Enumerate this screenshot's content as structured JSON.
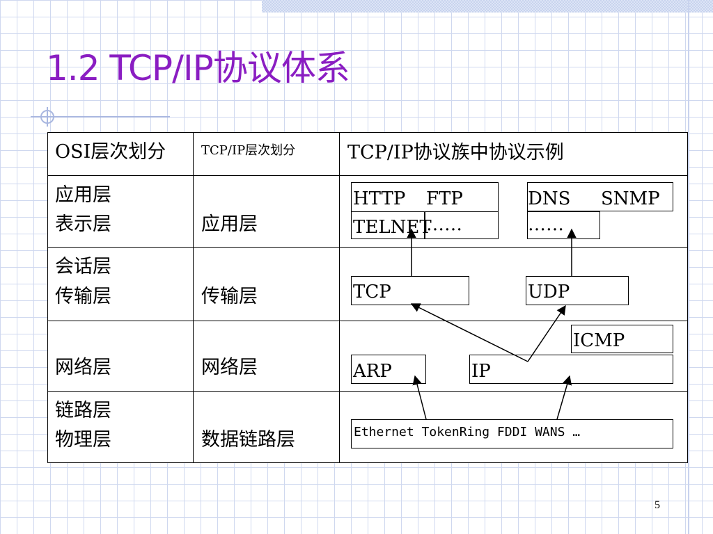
{
  "title": "1.2 TCP/IP协议体系",
  "table": {
    "headers": {
      "osi": "OSI层次划分",
      "tcpip": "TCP/IP层次划分",
      "examples": "TCP/IP协议族中协议示例"
    },
    "rows": [
      {
        "osi": [
          "应用层",
          "表示层"
        ],
        "tcpip": "应用层"
      },
      {
        "osi": [
          "会话层",
          "传输层"
        ],
        "tcpip": "传输层"
      },
      {
        "osi": [
          "网络层"
        ],
        "tcpip": "网络层"
      },
      {
        "osi": [
          "链路层",
          "物理层"
        ],
        "tcpip": "数据链路层"
      }
    ]
  },
  "protocols": {
    "http": "HTTP",
    "ftp": "FTP",
    "telnet": "TELNET",
    "app_more_left": "……",
    "dns": "DNS",
    "snmp": "SNMP",
    "app_more_right": "……",
    "tcp": "TCP",
    "udp": "UDP",
    "icmp": "ICMP",
    "arp": "ARP",
    "ip": "IP",
    "link_layer": "Ethernet TokenRing FDDI  WANS …"
  },
  "page_number": "5",
  "colors": {
    "title": "#8a1dc2",
    "grid": "#cfd8ef"
  }
}
